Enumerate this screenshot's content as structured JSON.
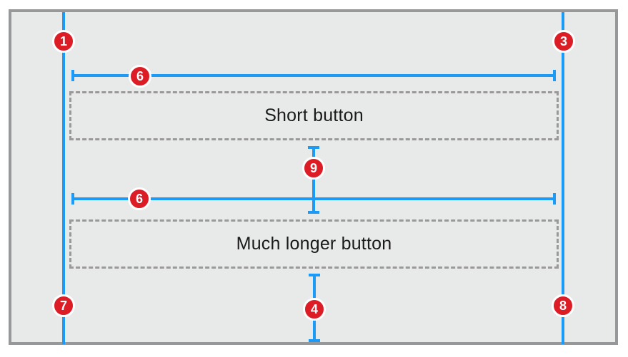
{
  "figure": {
    "description": "Auto Layout constraint diagram with two equal-width buttons",
    "colors": {
      "canvas_background": "#e8e9e9",
      "frame_border": "#97989a",
      "guide_blue": "#1b9af7",
      "badge_red": "#dd1d25",
      "dash_gray": "#999999",
      "text": "#1a1a1a",
      "page_background": "#ffffff"
    }
  },
  "buttons": [
    {
      "label": "Short button"
    },
    {
      "label": "Much longer button"
    }
  ],
  "badges": [
    {
      "number": "1"
    },
    {
      "number": "3"
    },
    {
      "number": "6"
    },
    {
      "number": "9"
    },
    {
      "number": "6"
    },
    {
      "number": "7"
    },
    {
      "number": "8"
    },
    {
      "number": "4"
    }
  ]
}
